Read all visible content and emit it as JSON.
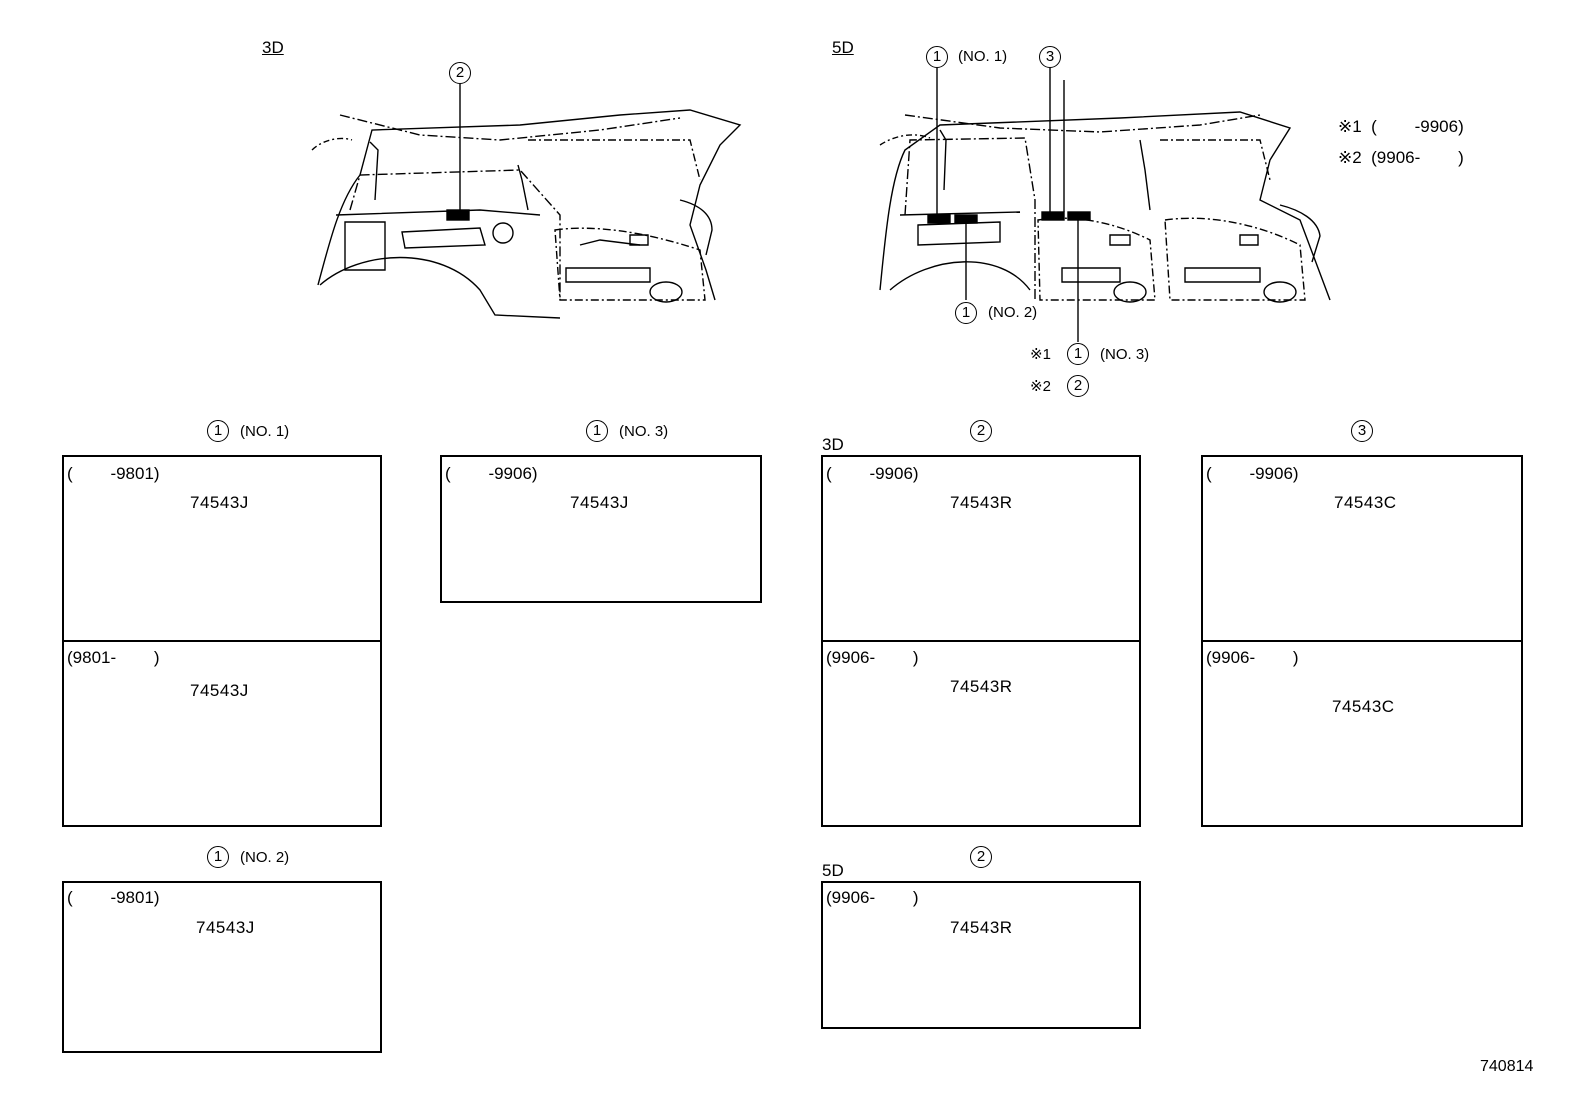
{
  "headers": {
    "door3": "3D",
    "door5": "5D"
  },
  "callouts": {
    "c1": "1",
    "c2": "2",
    "c3": "3",
    "no1": "(NO. 1)",
    "no2": "(NO. 2)",
    "no3": "(NO. 3)",
    "star1": "※1",
    "star2": "※2"
  },
  "notes": {
    "note1": "※1  (        -9906)",
    "note2": "※2  (9906-        )"
  },
  "panels": {
    "p1": {
      "title_no": "(NO. 1)",
      "top_date": "(        -9801)",
      "top_part": "74543J",
      "bot_date": "(9801-        )",
      "bot_part": "74543J"
    },
    "p2": {
      "title_no": "(NO. 2)",
      "date": "(        -9801)",
      "part": "74543J"
    },
    "p3": {
      "title_no": "(NO. 3)",
      "date": "(        -9906)",
      "part": "74543J"
    },
    "p4": {
      "door": "3D",
      "top_date": "(        -9906)",
      "top_part": "74543R",
      "bot_date": "(9906-        )",
      "bot_part": "74543R"
    },
    "p5": {
      "door": "5D",
      "date": "(9906-        )",
      "part": "74543R"
    },
    "p6": {
      "top_date": "(        -9906)",
      "top_part": "74543C",
      "bot_date": "(9906-        )",
      "bot_part": "74543C"
    }
  },
  "figure_id": "740814"
}
